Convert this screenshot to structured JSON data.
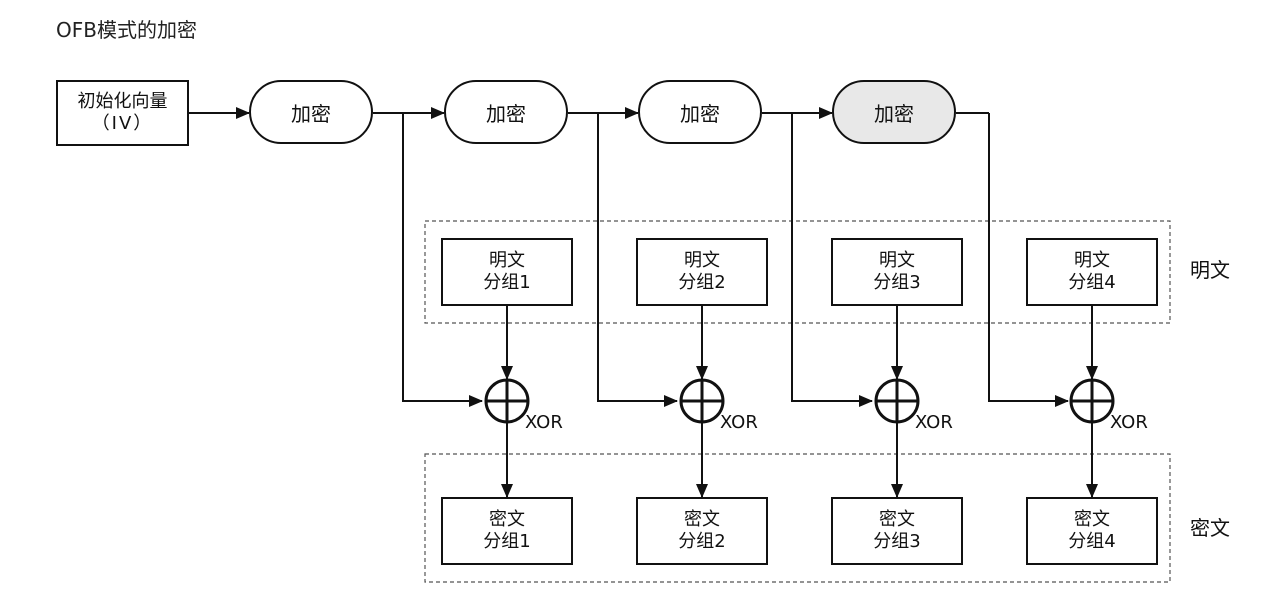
{
  "title": "OFB模式的加密",
  "iv_box": {
    "line1": "初始化向量",
    "line2": "（IV）"
  },
  "encrypt_label": "加密",
  "xor_label": "XOR",
  "row_labels": {
    "plaintext": "明文",
    "ciphertext": "密文"
  },
  "columns": [
    {
      "plain_line1": "明文",
      "plain_line2": "分组1",
      "cipher_line1": "密文",
      "cipher_line2": "分组1"
    },
    {
      "plain_line1": "明文",
      "plain_line2": "分组2",
      "cipher_line1": "密文",
      "cipher_line2": "分组2"
    },
    {
      "plain_line1": "明文",
      "plain_line2": "分组3",
      "cipher_line1": "密文",
      "cipher_line2": "分组3"
    },
    {
      "plain_line1": "明文",
      "plain_line2": "分组4",
      "cipher_line1": "密文",
      "cipher_line2": "分组4"
    }
  ]
}
